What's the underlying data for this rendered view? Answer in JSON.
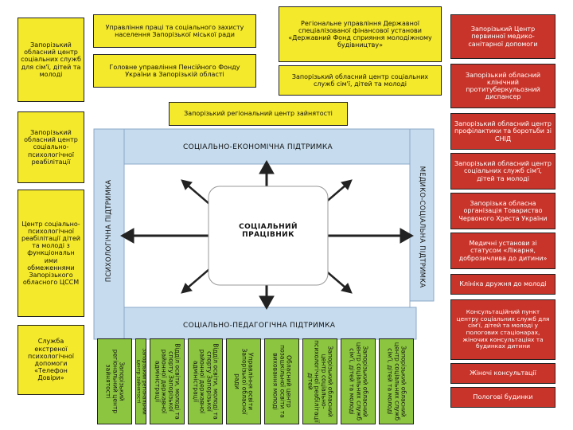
{
  "top_center": [
    "Управління праці та соціального захисту населення Запорізької міської ради",
    "Головне управління Пенсійного Фонду України в Запорізькій області"
  ],
  "top_right": [
    "Регіональне управління Державної спеціалізованої фінансової установи «Державний Фонд сприяння молодіжному будівництву»",
    "Запорізький обласний центр соціальних служб сім'ї, дітей та молоді"
  ],
  "employment_center": "Запорізький регіональний центр зайнятості",
  "left_column": [
    "Запорізький обласний центр соціальних служб для сім'ї, дітей та молоді",
    "Запорізький обласний центр соціально-психологічної реабілітації",
    "Центр соціально-психологічної реабілітації дітей та молоді з функціональн ими обмеженнями Запорізького обласного ЦССМ",
    "Служба екстреної психологічної допомоги «Телефон Довіри»"
  ],
  "right_column": [
    "Запорізький Центр первинної медико-санітарної допомоги",
    "Запорізький обласний клінічний протитуберкульозний диспансер",
    "Запорізький обласний центр профілактики та боротьби зі СНІД",
    "Запорізький обласний центр соціальних служб сім'ї, дітей та молоді",
    "Запорізька обласна організація Товариство Червоного Хреста України",
    "Медичні установи зі статусом «Лікарня, доброзичлива до дитини»",
    "Клініка дружня до молоді",
    "Консультаційний пункт центру соціальних служб для сім'ї, дітей та молоді у пологових стаціонарах, жіночих консультаціях та будинках дитини",
    "Жіночі консультації",
    "Пологові будинки"
  ],
  "bottom_column": [
    "Запорізький регіональний центр зайнятості",
    "Запорізький регіональний центр зайнятості",
    "Відділ освіти, молоді та спорту Запорізької районної державної адміністрації",
    "Відділ освіти, молоді та спорту Запорізької районної державної адміністрації",
    "Управління освіти Запорізької обласної ради",
    "Обласний центр позашкільної освіти та виховання молоді",
    "Запорізький обласний центр соціально-психологічної реабілітації дітей",
    "Запорізький обласний центр соціальних служб сім'ї, дітей та молоді",
    "Запорізький обласний центр соціальних служб сім'ї, дітей та молоді"
  ],
  "center": {
    "title": "СОЦІАЛЬНИЙ ПРАЦІВНИК",
    "label_top": "СОЦІАЛЬНО-ЕКОНОМІЧНА ПІДТРИМКА",
    "label_bottom": "СОЦІАЛЬНО-ПЕДАГОГІЧНА ПІДТРИМКА",
    "label_left": "ПСИХОЛОГІЧНА ПІДТРИМКА",
    "label_right": "МЕДИКО-СОЦІАЛЬНА ПІДТРИМКА"
  },
  "colors": {
    "yellow": "#f5e92c",
    "green": "#8cc640",
    "red": "#c8342a",
    "light_blue": "#c6dcee",
    "inner_frame": "#8aa8c8",
    "arrow": "#222222"
  }
}
